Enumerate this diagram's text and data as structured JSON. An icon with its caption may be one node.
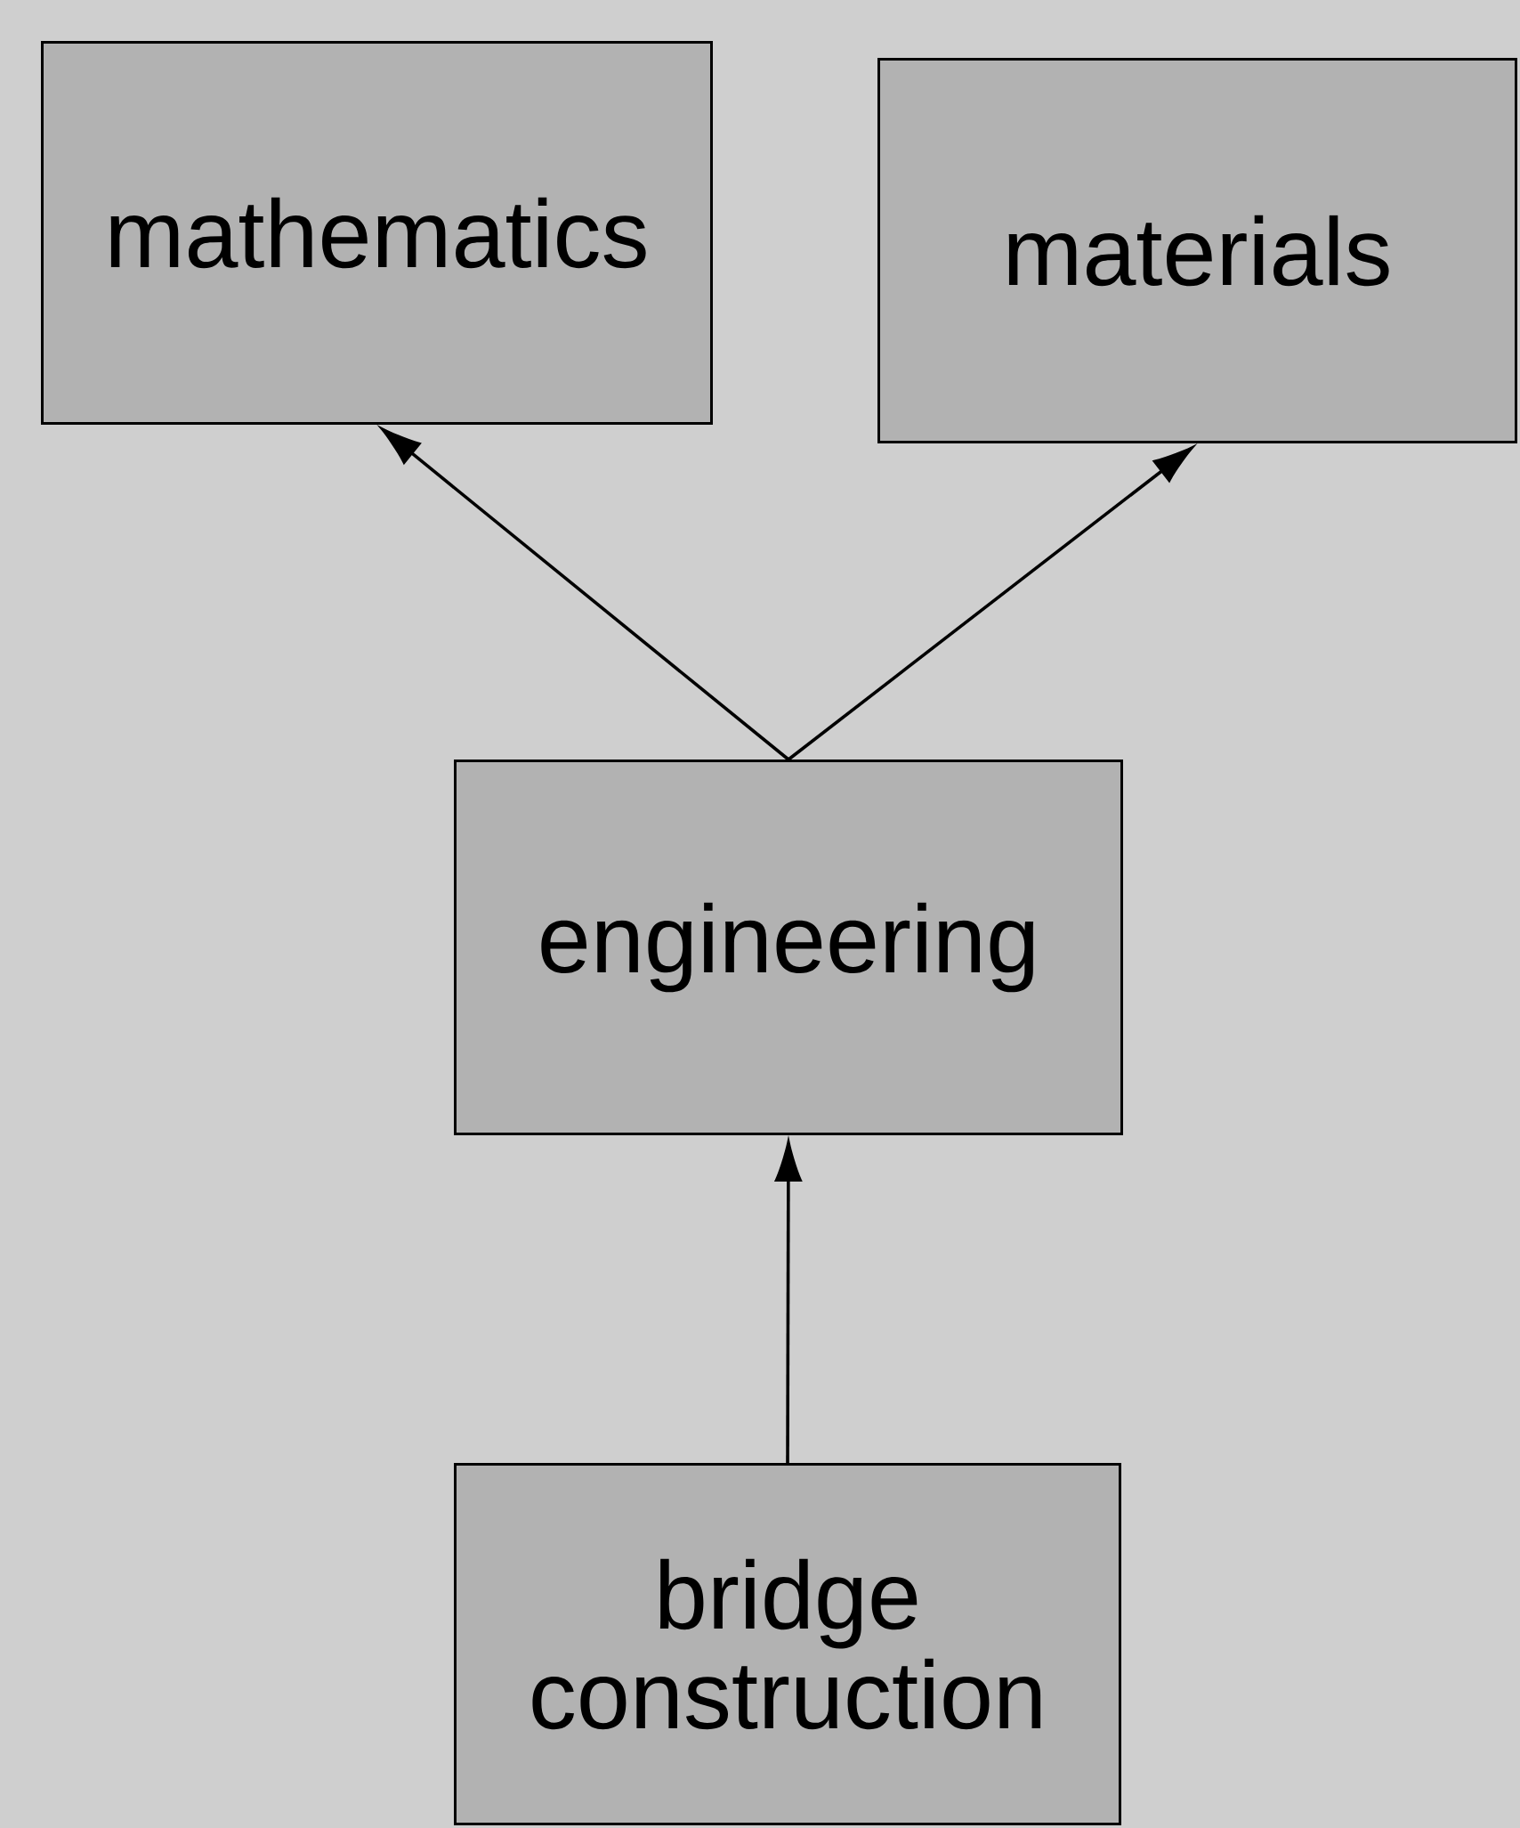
{
  "diagram": {
    "nodes": [
      {
        "text": [
          "mathematics"
        ]
      },
      {
        "text": [
          "materials"
        ]
      },
      {
        "text": [
          "engineering"
        ]
      },
      {
        "text": [
          "bridge construction"
        ]
      }
    ],
    "edges": [
      {
        "from": 2,
        "to": 0,
        "arrow": "to"
      },
      {
        "from": 2,
        "to": 1,
        "arrow": "to"
      },
      {
        "from": 3,
        "to": 2,
        "arrow": "to"
      }
    ]
  }
}
